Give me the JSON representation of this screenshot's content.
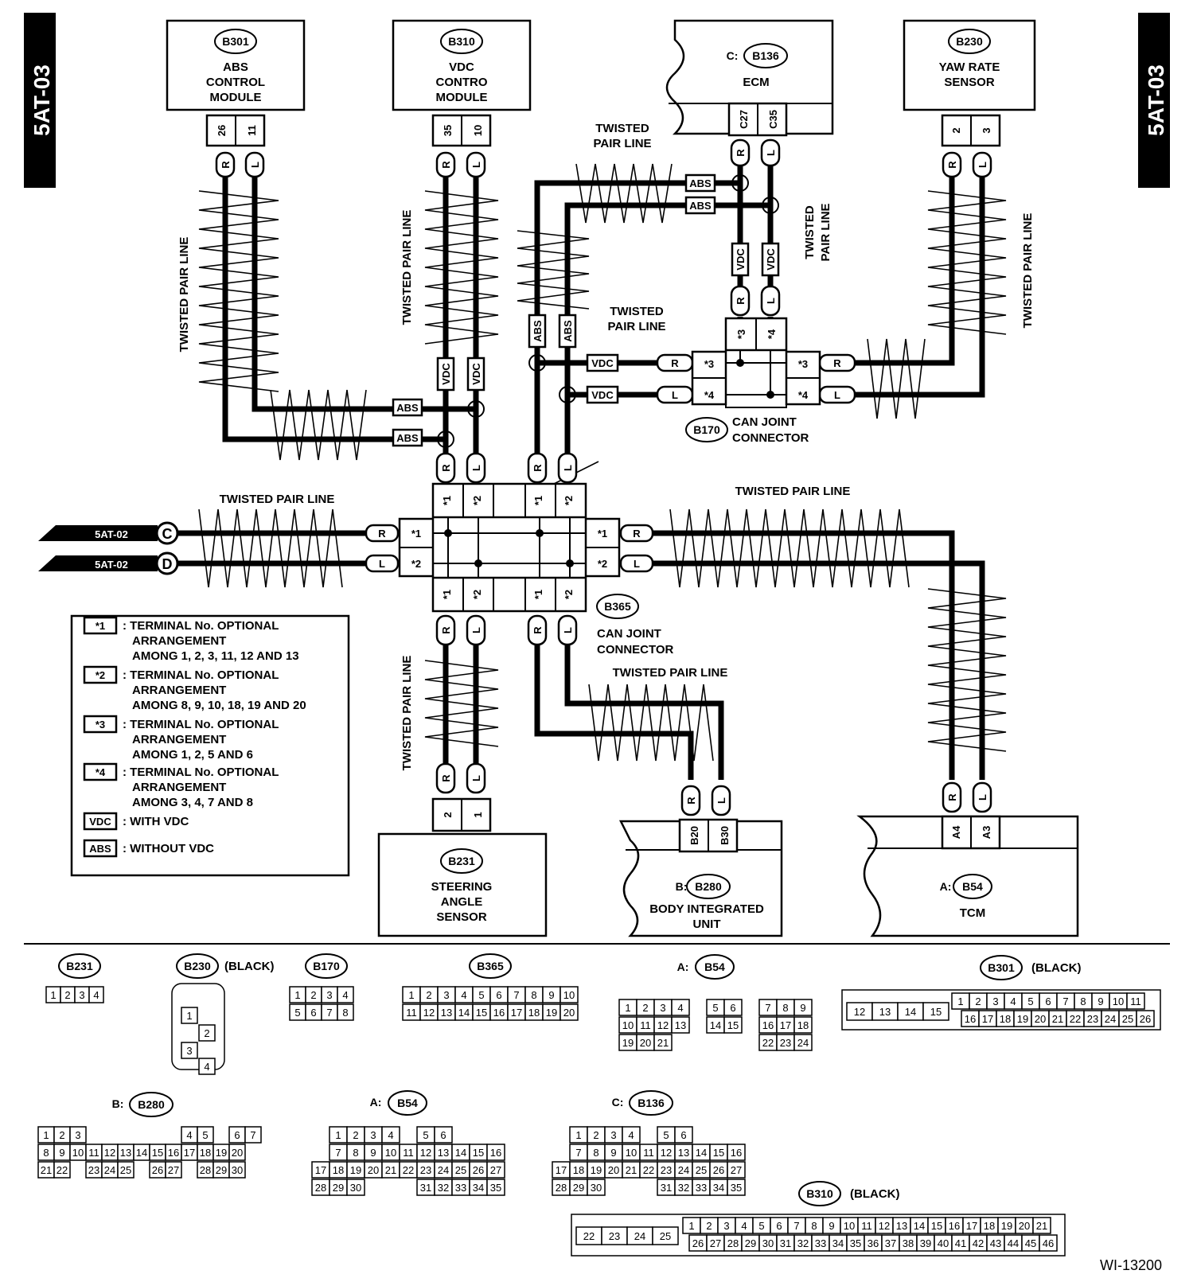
{
  "page_tag": "5AT-03",
  "figure_id": "WI-13200",
  "twisted_pair_label": "TWISTED PAIR LINE",
  "twisted_pair_line1": "TWISTED",
  "twisted_pair_line2": "PAIR LINE",
  "wire_r": "R",
  "wire_l": "L",
  "mark_abs": "ABS",
  "mark_vdc": "VDC",
  "star1": "*1",
  "star2": "*2",
  "star3": "*3",
  "star4": "*4",
  "modules": {
    "abs": {
      "code": "B301",
      "line1": "ABS",
      "line2": "CONTROL",
      "line3": "MODULE",
      "pin_a": "26",
      "pin_b": "11"
    },
    "vdc": {
      "code": "B310",
      "line1": "VDC",
      "line2": "CONTRO",
      "line3": "MODULE",
      "pin_a": "35",
      "pin_b": "10"
    },
    "ecm": {
      "prefix": "C:",
      "code": "B136",
      "name": "ECM",
      "pin_a": "C27",
      "pin_b": "C35"
    },
    "yaw": {
      "code": "B230",
      "line1": "YAW RATE",
      "line2": "SENSOR",
      "pin_a": "2",
      "pin_b": "3"
    },
    "steering": {
      "code": "B231",
      "line1": "STEERING",
      "line2": "ANGLE",
      "line3": "SENSOR",
      "pin_a": "2",
      "pin_b": "1"
    },
    "biu": {
      "prefix": "B:",
      "code": "B280",
      "line1": "BODY INTEGRATED",
      "line2": "UNIT",
      "pin_a": "B20",
      "pin_b": "B30"
    },
    "tcm": {
      "prefix": "A:",
      "code": "B54",
      "name": "TCM",
      "pin_a": "A4",
      "pin_b": "A3"
    }
  },
  "joint_connectors": {
    "b170": {
      "code": "B170",
      "line1": "CAN JOINT",
      "line2": "CONNECTOR"
    },
    "b365": {
      "code": "B365",
      "line1": "CAN JOINT",
      "line2": "CONNECTOR"
    }
  },
  "offpage": {
    "ref": "5AT-02",
    "c": "C",
    "d": "D"
  },
  "legend": [
    {
      "key": "*1",
      "lines": [
        ": TERMINAL No. OPTIONAL",
        "ARRANGEMENT",
        "AMONG 1, 2, 3, 11, 12 AND 13"
      ]
    },
    {
      "key": "*2",
      "lines": [
        ": TERMINAL No. OPTIONAL",
        "ARRANGEMENT",
        "AMONG 8, 9, 10, 18, 19 AND 20"
      ]
    },
    {
      "key": "*3",
      "lines": [
        ": TERMINAL No. OPTIONAL",
        "ARRANGEMENT",
        "AMONG 1, 2, 5 AND 6"
      ]
    },
    {
      "key": "*4",
      "lines": [
        ": TERMINAL No. OPTIONAL",
        "ARRANGEMENT",
        "AMONG 3, 4, 7 AND 8"
      ]
    },
    {
      "key": "VDC",
      "lines": [
        ": WITH VDC"
      ]
    },
    {
      "key": "ABS",
      "lines": [
        ": WITHOUT VDC"
      ]
    }
  ],
  "connector_faces": {
    "b231": {
      "code": "B231"
    },
    "b230": {
      "code": "B230",
      "color": "(BLACK)"
    },
    "b170": {
      "code": "B170"
    },
    "b365": {
      "code": "B365"
    },
    "a_b54_top": {
      "prefix": "A:",
      "code": "B54"
    },
    "b301": {
      "code": "B301",
      "color": "(BLACK)"
    },
    "b_b280": {
      "prefix": "B:",
      "code": "B280"
    },
    "a_b54": {
      "prefix": "A:",
      "code": "B54"
    },
    "c_b136": {
      "prefix": "C:",
      "code": "B136"
    },
    "b310": {
      "code": "B310",
      "color": "(BLACK)"
    }
  }
}
